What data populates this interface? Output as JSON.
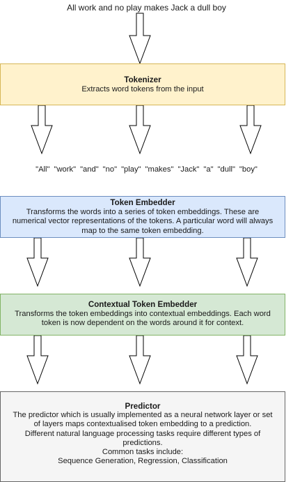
{
  "input_sentence": "All work and no play makes Jack a dull boy",
  "tokenizer": {
    "title": "Tokenizer",
    "description": "Extracts word tokens from the input"
  },
  "tokens": [
    "\"All\"",
    "\"work\"",
    "\"and\"",
    "\"no\"",
    "\"play\"",
    "\"makes\"",
    "\"Jack\"",
    "\"a\"",
    "\"dull\"",
    "\"boy\""
  ],
  "token_embedder": {
    "title": "Token Embedder",
    "description": "Transforms the words into a series of token embeddings. These are\nnumerical vector representations of the tokens. A particular word will always\nmap to the same token embedding."
  },
  "contextual_embedder": {
    "title": "Contextual Token Embedder",
    "description": "Transforms the token embeddings into contextual embeddings. Each word\ntoken is now dependent on the words around it for context."
  },
  "predictor": {
    "title": "Predictor",
    "description": "The predictor which is usually implemented as a neural network layer or set\nof layers maps contextualised token embedding to a prediction.\nDifferent natural language processing tasks require different types of\npredictions.\nCommon tasks include:\nSequence Generation, Regression, Classification"
  },
  "colors": {
    "tokenizer_fill": "#fff2cc",
    "tokenizer_border": "#d6b656",
    "token_embedder_fill": "#dae8fc",
    "token_embedder_border": "#6c8ebf",
    "contextual_fill": "#d5e8d4",
    "contextual_border": "#82b366",
    "predictor_fill": "#f5f5f5",
    "predictor_border": "#666666"
  }
}
